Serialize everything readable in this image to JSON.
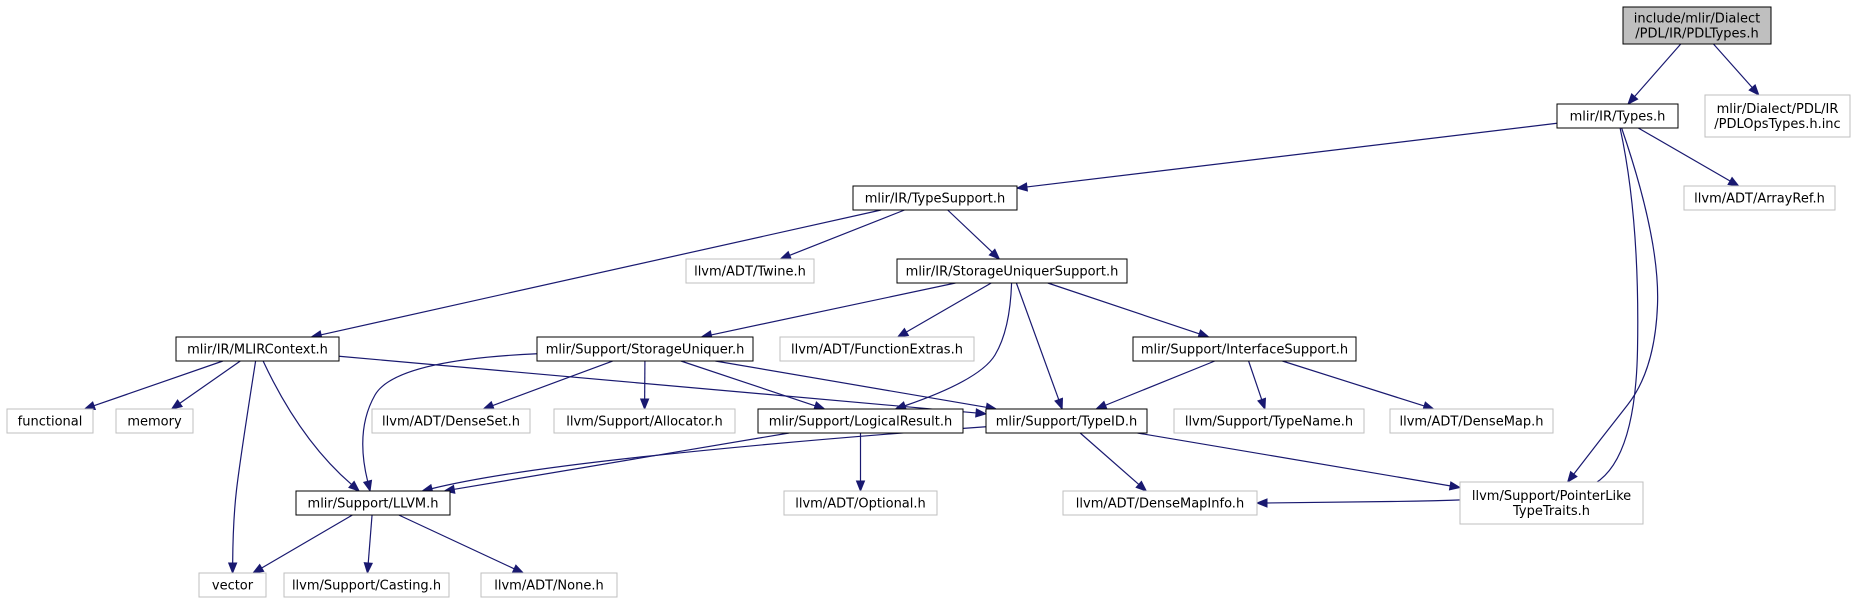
{
  "colors": {
    "edge": "#191970",
    "root_fill": "#bfbfbf",
    "root_border": "#000000",
    "doc_border": "#000000",
    "external_border": "#bfbfbf",
    "fill": "#ffffff"
  },
  "nodes": [
    {
      "id": "pdltypes",
      "kind": "root",
      "lines": [
        "include/mlir/Dialect",
        "/PDL/IR/PDLTypes.h"
      ]
    },
    {
      "id": "ir-types",
      "kind": "documented",
      "lines": [
        "mlir/IR/Types.h"
      ]
    },
    {
      "id": "pdlopstypes",
      "kind": "external",
      "lines": [
        "mlir/Dialect/PDL/IR",
        "/PDLOpsTypes.h.inc"
      ]
    },
    {
      "id": "typesupport",
      "kind": "documented",
      "lines": [
        "mlir/IR/TypeSupport.h"
      ]
    },
    {
      "id": "arrayref",
      "kind": "external",
      "lines": [
        "llvm/ADT/ArrayRef.h"
      ]
    },
    {
      "id": "twine",
      "kind": "external",
      "lines": [
        "llvm/ADT/Twine.h"
      ]
    },
    {
      "id": "storageuniquersupport",
      "kind": "documented",
      "lines": [
        "mlir/IR/StorageUniquerSupport.h"
      ]
    },
    {
      "id": "mlircontext",
      "kind": "documented",
      "lines": [
        "mlir/IR/MLIRContext.h"
      ]
    },
    {
      "id": "storageuniquer",
      "kind": "documented",
      "lines": [
        "mlir/Support/StorageUniquer.h"
      ]
    },
    {
      "id": "functionextras",
      "kind": "external",
      "lines": [
        "llvm/ADT/FunctionExtras.h"
      ]
    },
    {
      "id": "interfacesupport",
      "kind": "documented",
      "lines": [
        "mlir/Support/InterfaceSupport.h"
      ]
    },
    {
      "id": "functional",
      "kind": "external",
      "lines": [
        "functional"
      ]
    },
    {
      "id": "memory",
      "kind": "external",
      "lines": [
        "memory"
      ]
    },
    {
      "id": "denseset",
      "kind": "external",
      "lines": [
        "llvm/ADT/DenseSet.h"
      ]
    },
    {
      "id": "allocator",
      "kind": "external",
      "lines": [
        "llvm/Support/Allocator.h"
      ]
    },
    {
      "id": "logicalresult",
      "kind": "documented",
      "lines": [
        "mlir/Support/LogicalResult.h"
      ]
    },
    {
      "id": "typeid",
      "kind": "documented",
      "lines": [
        "mlir/Support/TypeID.h"
      ]
    },
    {
      "id": "typename",
      "kind": "external",
      "lines": [
        "llvm/Support/TypeName.h"
      ]
    },
    {
      "id": "densemap",
      "kind": "external",
      "lines": [
        "llvm/ADT/DenseMap.h"
      ]
    },
    {
      "id": "llvm",
      "kind": "documented",
      "lines": [
        "mlir/Support/LLVM.h"
      ]
    },
    {
      "id": "optional",
      "kind": "external",
      "lines": [
        "llvm/ADT/Optional.h"
      ]
    },
    {
      "id": "densemapinfo",
      "kind": "external",
      "lines": [
        "llvm/ADT/DenseMapInfo.h"
      ]
    },
    {
      "id": "pointerlike",
      "kind": "external",
      "lines": [
        "llvm/Support/PointerLike",
        "TypeTraits.h"
      ]
    },
    {
      "id": "vector",
      "kind": "external",
      "lines": [
        "vector"
      ]
    },
    {
      "id": "casting",
      "kind": "external",
      "lines": [
        "llvm/Support/Casting.h"
      ]
    },
    {
      "id": "none",
      "kind": "external",
      "lines": [
        "llvm/ADT/None.h"
      ]
    }
  ],
  "edges": [
    [
      "pdltypes",
      "ir-types"
    ],
    [
      "pdltypes",
      "pdlopstypes"
    ],
    [
      "ir-types",
      "typesupport"
    ],
    [
      "ir-types",
      "arrayref"
    ],
    [
      "ir-types",
      "densemapinfo"
    ],
    [
      "ir-types",
      "pointerlike"
    ],
    [
      "typesupport",
      "twine"
    ],
    [
      "typesupport",
      "storageuniquersupport"
    ],
    [
      "typesupport",
      "mlircontext"
    ],
    [
      "storageuniquersupport",
      "storageuniquer"
    ],
    [
      "storageuniquersupport",
      "functionextras"
    ],
    [
      "storageuniquersupport",
      "interfacesupport"
    ],
    [
      "storageuniquersupport",
      "logicalresult"
    ],
    [
      "storageuniquersupport",
      "typeid"
    ],
    [
      "mlircontext",
      "functional"
    ],
    [
      "mlircontext",
      "memory"
    ],
    [
      "mlircontext",
      "vector"
    ],
    [
      "mlircontext",
      "llvm"
    ],
    [
      "mlircontext",
      "typeid"
    ],
    [
      "storageuniquer",
      "denseset"
    ],
    [
      "storageuniquer",
      "allocator"
    ],
    [
      "storageuniquer",
      "logicalresult"
    ],
    [
      "storageuniquer",
      "typeid"
    ],
    [
      "storageuniquer",
      "llvm"
    ],
    [
      "interfacesupport",
      "typeid"
    ],
    [
      "interfacesupport",
      "typename"
    ],
    [
      "interfacesupport",
      "densemap"
    ],
    [
      "logicalresult",
      "llvm"
    ],
    [
      "logicalresult",
      "optional"
    ],
    [
      "typeid",
      "llvm"
    ],
    [
      "typeid",
      "densemapinfo"
    ],
    [
      "typeid",
      "pointerlike"
    ],
    [
      "llvm",
      "vector"
    ],
    [
      "llvm",
      "casting"
    ],
    [
      "llvm",
      "none"
    ]
  ]
}
